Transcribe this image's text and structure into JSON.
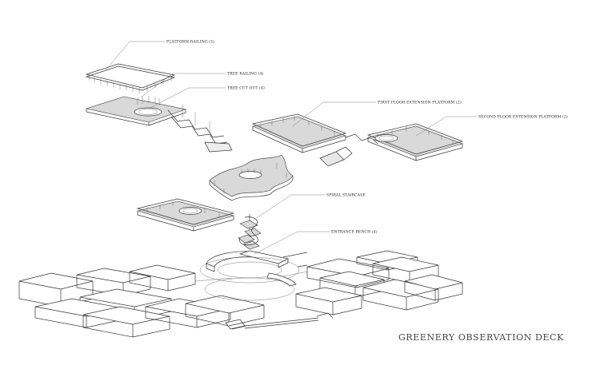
{
  "title": "GREENERY OBSERVATION DECK",
  "callouts": [
    {
      "id": "platform-railing",
      "label": "PLATFORM RAILING (5)"
    },
    {
      "id": "tree-railing",
      "label": "TREE RAILING (4)"
    },
    {
      "id": "tree-cut-out",
      "label": "TREE CUT OUT (4)"
    },
    {
      "id": "first-floor-platform",
      "label": "FIRST FLOOR EXTENSION PLATFORM (2)"
    },
    {
      "id": "second-floor-platform",
      "label": "SECOND FLOOR EXTENSION PLATFORM (2)"
    },
    {
      "id": "spiral-staircase",
      "label": "SPIRAL STAIRCASE"
    },
    {
      "id": "entrance-bench",
      "label": "ENTRANCE BENCH (4)"
    }
  ]
}
